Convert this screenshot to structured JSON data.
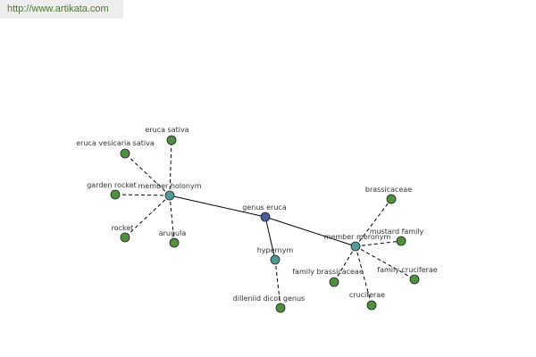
{
  "banner": {
    "url_text": "http://www.artikata.com"
  },
  "colors": {
    "center": "#4a5a9a",
    "relation": "#4f9a9a",
    "leaf": "#4f8f3f",
    "edge": "#000000"
  },
  "graph": {
    "nodes": [
      {
        "id": "genus-eruca",
        "label": "genus eruca",
        "kind": "center"
      },
      {
        "id": "member-holonym",
        "label": "member holonym",
        "kind": "relation"
      },
      {
        "id": "hypernym",
        "label": "hypernym",
        "kind": "relation"
      },
      {
        "id": "member-meronym",
        "label": "member meronym",
        "kind": "relation"
      },
      {
        "id": "eruca-sativa",
        "label": "eruca sativa",
        "kind": "leaf"
      },
      {
        "id": "eruca-vesicaria-sativa",
        "label": "eruca vesicaria sativa",
        "kind": "leaf"
      },
      {
        "id": "garden-rocket",
        "label": "garden rocket",
        "kind": "leaf"
      },
      {
        "id": "rocket",
        "label": "rocket",
        "kind": "leaf"
      },
      {
        "id": "arugula",
        "label": "arugula",
        "kind": "leaf"
      },
      {
        "id": "dilleniid-dicot-genus",
        "label": "dilleniid dicot genus",
        "kind": "leaf"
      },
      {
        "id": "brassicaceae",
        "label": "brassicaceae",
        "kind": "leaf"
      },
      {
        "id": "mustard-family",
        "label": "mustard family",
        "kind": "leaf"
      },
      {
        "id": "family-cruciferae",
        "label": "family cruciferae",
        "kind": "leaf"
      },
      {
        "id": "cruciferae",
        "label": "cruciferae",
        "kind": "leaf"
      },
      {
        "id": "family-brassicaceae",
        "label": "family brassicaceae",
        "kind": "leaf"
      }
    ],
    "edges": [
      {
        "from": "genus-eruca",
        "to": "member-holonym",
        "style": "solid"
      },
      {
        "from": "genus-eruca",
        "to": "hypernym",
        "style": "solid"
      },
      {
        "from": "genus-eruca",
        "to": "member-meronym",
        "style": "solid"
      },
      {
        "from": "member-holonym",
        "to": "eruca-sativa",
        "style": "dashed"
      },
      {
        "from": "member-holonym",
        "to": "eruca-vesicaria-sativa",
        "style": "dashed"
      },
      {
        "from": "member-holonym",
        "to": "garden-rocket",
        "style": "dashed"
      },
      {
        "from": "member-holonym",
        "to": "rocket",
        "style": "dashed"
      },
      {
        "from": "member-holonym",
        "to": "arugula",
        "style": "dashed"
      },
      {
        "from": "hypernym",
        "to": "dilleniid-dicot-genus",
        "style": "dashed"
      },
      {
        "from": "member-meronym",
        "to": "brassicaceae",
        "style": "dashed"
      },
      {
        "from": "member-meronym",
        "to": "mustard-family",
        "style": "dashed"
      },
      {
        "from": "member-meronym",
        "to": "family-cruciferae",
        "style": "dashed"
      },
      {
        "from": "member-meronym",
        "to": "cruciferae",
        "style": "dashed"
      },
      {
        "from": "member-meronym",
        "to": "family-brassicaceae",
        "style": "dashed"
      }
    ]
  }
}
